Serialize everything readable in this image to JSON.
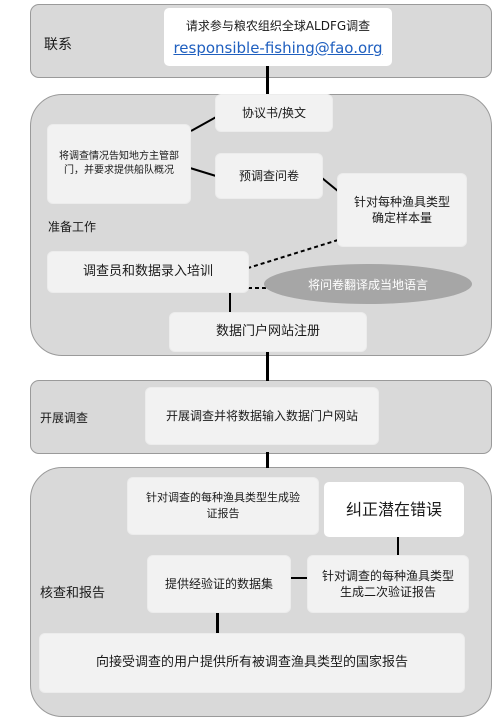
{
  "stages": {
    "contact": "联系",
    "prep": "准备工作",
    "survey": "开展调查",
    "verify": "核查和报告"
  },
  "contact_box": {
    "line1": "请求参与粮农组织全球ALDFG调查",
    "email": "responsible-fishing@fao.org"
  },
  "prep_boxes": {
    "agreement": "协议书/换文",
    "notify": "将调查情况告知地方主管部门，并要求提供船队概况",
    "pre_survey": "预调查问卷",
    "sample_size": "针对每种渔具类型确定样本量",
    "training": "调查员和数据录入培训",
    "translate": "将问卷翻译成当地语言",
    "portal_register": "数据门户网站注册"
  },
  "survey_box": "开展调查并将数据输入数据门户网站",
  "verify_boxes": {
    "gen_report": "针对调查的每种渔具类型生成验证报告",
    "correct_errors": "纠正潜在错误",
    "second_report": "针对调查的每种渔具类型生成二次验证报告",
    "verified_dataset": "提供经验证的数据集",
    "national_report": "向接受调查的用户提供所有被调查渔具类型的国家报告"
  }
}
